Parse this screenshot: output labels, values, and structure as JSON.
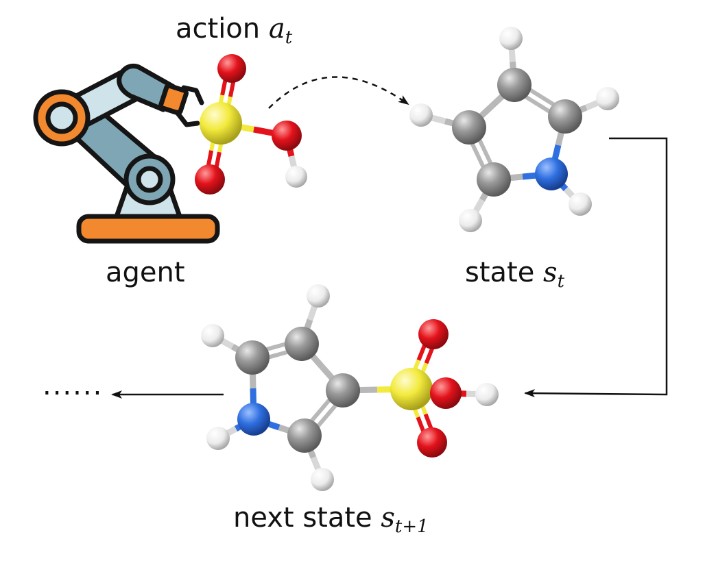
{
  "labels": {
    "action_word": "action",
    "action_sym": "a",
    "action_sub": "t",
    "agent": "agent",
    "state_word": "state",
    "state_sym": "s",
    "state_sub": "t",
    "next_word": "next state",
    "next_sym": "s",
    "next_sub": "t+1",
    "ellipsis": "......"
  },
  "colors": {
    "carbon": "#8d8d8d",
    "hydrogen": "#f2f2f2",
    "nitrogen": "#2f6fe0",
    "oxygen": "#e3121b",
    "sulfur": "#f2ea3c",
    "robot_teal": "#7ea6b4",
    "robot_light": "#cfe3ea",
    "robot_orange": "#f3892f"
  }
}
